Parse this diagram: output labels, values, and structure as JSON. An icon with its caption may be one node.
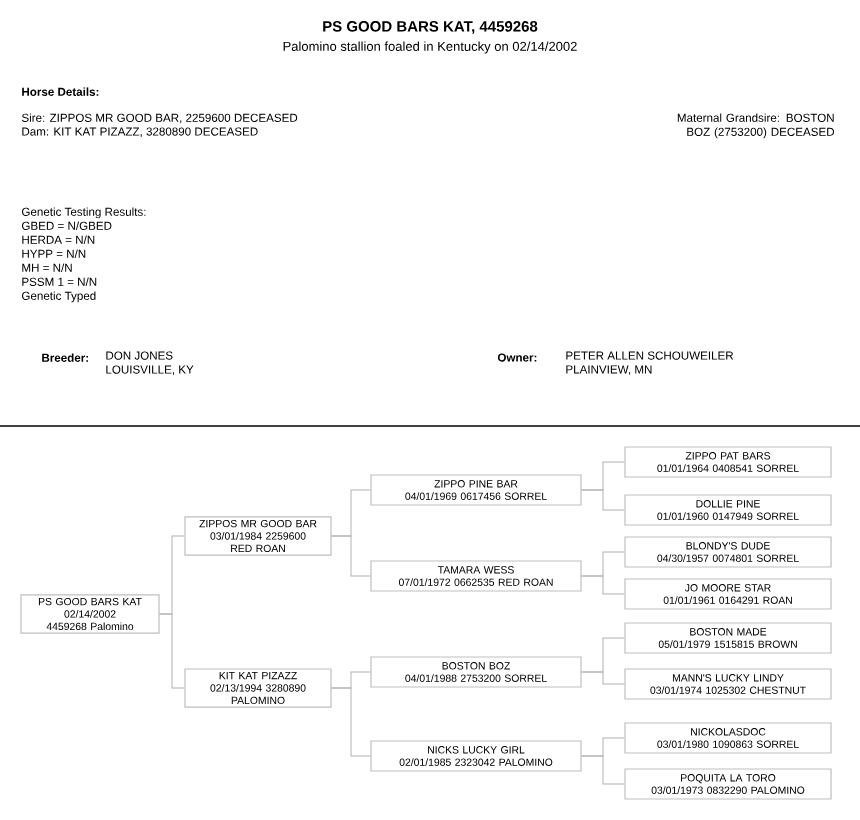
{
  "diagram": {
    "title": "PS GOOD BARS KAT, 4459268",
    "nodes": [
      {
        "text": [
          "PS GOOD BARS KAT",
          "02/14/2002 4459268 Palomino"
        ]
      },
      {
        "text": [
          "ZIPPOS MR GOOD BAR",
          "03/01/1984 2259600 RED ROAN"
        ]
      },
      {
        "text": [
          "KIT KAT PIZAZZ",
          "02/13/1994 3280890 PALOMINO"
        ]
      },
      {
        "text": [
          "ZIPPO PINE BAR",
          "04/01/1969 0617456 SORREL"
        ]
      },
      {
        "text": [
          "TAMARA WESS",
          "07/01/1972 0662535 RED ROAN"
        ]
      },
      {
        "text": [
          "BOSTON BOZ",
          "04/01/1988 2753200 SORREL"
        ]
      },
      {
        "text": [
          "NICKS LUCKY GIRL",
          "02/01/1985 2323042 PALOMINO"
        ]
      },
      {
        "text": [
          "ZIPPO PAT BARS",
          "01/01/1964 0408541 SORREL"
        ]
      },
      {
        "text": [
          "DOLLIE PINE",
          "01/01/1960 0147949 SORREL"
        ]
      },
      {
        "text": [
          "BLONDY'S DUDE",
          "04/30/1957 0074801 SORREL"
        ]
      },
      {
        "text": [
          "JO MOORE STAR",
          "01/01/1961 0164291 ROAN"
        ]
      },
      {
        "text": [
          "BOSTON MADE",
          "05/01/1979 1515815 BROWN"
        ]
      },
      {
        "text": [
          "MANN'S LUCKY LINDY",
          "03/01/1974 1025302 CHESTNUT"
        ]
      },
      {
        "text": [
          "NICKOLASDOC",
          "03/01/1980 1090863 SORREL"
        ]
      },
      {
        "text": [
          "POQUITA LA TORO",
          "03/01/1973 0832290 PALOMINO"
        ]
      }
    ],
    "edges": [
      {
        "from": 0,
        "to": 1,
        "arrow": "none"
      },
      {
        "from": 0,
        "to": 2,
        "arrow": "none"
      },
      {
        "from": 1,
        "to": 3,
        "arrow": "none"
      },
      {
        "from": 1,
        "to": 4,
        "arrow": "none"
      },
      {
        "from": 2,
        "to": 5,
        "arrow": "none"
      },
      {
        "from": 2,
        "to": 6,
        "arrow": "none"
      },
      {
        "from": 3,
        "to": 7,
        "arrow": "none"
      },
      {
        "from": 3,
        "to": 8,
        "arrow": "none"
      },
      {
        "from": 4,
        "to": 9,
        "arrow": "none"
      },
      {
        "from": 4,
        "to": 10,
        "arrow": "none"
      },
      {
        "from": 5,
        "to": 11,
        "arrow": "none"
      },
      {
        "from": 5,
        "to": 12,
        "arrow": "none"
      },
      {
        "from": 6,
        "to": 13,
        "arrow": "none"
      },
      {
        "from": 6,
        "to": 14,
        "arrow": "none"
      }
    ],
    "labels": [
      "Palomino stallion foaled in Kentucky on 02/14/2002",
      "Horse Details:",
      "Sire: ZIPPOS MR GOOD BAR, 2259600 DECEASED",
      "Dam: KIT KAT PIZAZZ, 3280890 DECEASED",
      "Maternal Grandsire: BOSTON BOZ (2753200) DECEASED",
      "Genetic Testing Results:",
      "GBED = N/GBED",
      "HERDA = N/N",
      "HYPP = N/N",
      "MH = N/N",
      "PSSM 1 = N/N",
      "Genetic Typed",
      "Breeder:",
      "DON JONES",
      "LOUISVILLE,  KY",
      "Owner:",
      "PETER ALLEN SCHOUWEILER",
      "PLAINVIEW,  MN"
    ]
  }
}
